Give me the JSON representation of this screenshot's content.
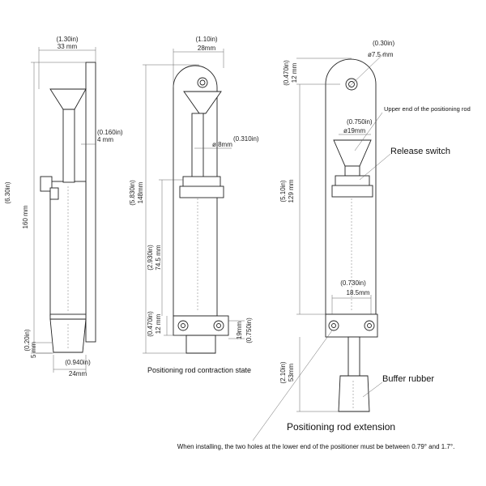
{
  "views": {
    "side": {
      "width_in": "(1.30in)",
      "width_mm": "33 mm",
      "height_in": "(6.30in)",
      "height_mm": "160 mm",
      "thick_in": "(0.160in)",
      "thick_mm": "4 mm",
      "foot_in": "(0.20in)",
      "foot_mm": "5 mm",
      "base_in": "(0.940in)",
      "base_mm": "24mm"
    },
    "front": {
      "width_in": "(1.10in)",
      "width_mm": "28mm",
      "height_in": "(5.830in)",
      "height_mm": "148mm",
      "rod_in": "(0.310in)",
      "rod_mm": "ø 8mm",
      "travel_in": "(2.930in)",
      "travel_mm": "74.5 mm",
      "lower_in": "(0.470in)",
      "lower_mm": "12 mm",
      "hole_in": "(0.750in)",
      "hole_mm": "19mm",
      "caption": "Positioning rod contraction state"
    },
    "extended": {
      "top_in": "(0.470in)",
      "top_mm": "12 mm",
      "hole_in": "(0.30in)",
      "hole_mm": "ø7.5 mm",
      "switch_in": "(0.750in)",
      "switch_mm": "ø19mm",
      "height_in": "(5.10in)",
      "height_mm": "129 mm",
      "base_in": "(0.730in)",
      "base_mm": "18.5mm",
      "ext_in": "(2.10in)",
      "ext_mm": "53mm",
      "label_upper": "Upper end of the positioning rod",
      "label_switch": "Release switch",
      "label_rubber": "Buffer rubber",
      "label_extension": "Positioning rod extension"
    }
  },
  "note": "When installing, the two holes at the lower end of the positioner must be between 0.79° and 1.7°."
}
